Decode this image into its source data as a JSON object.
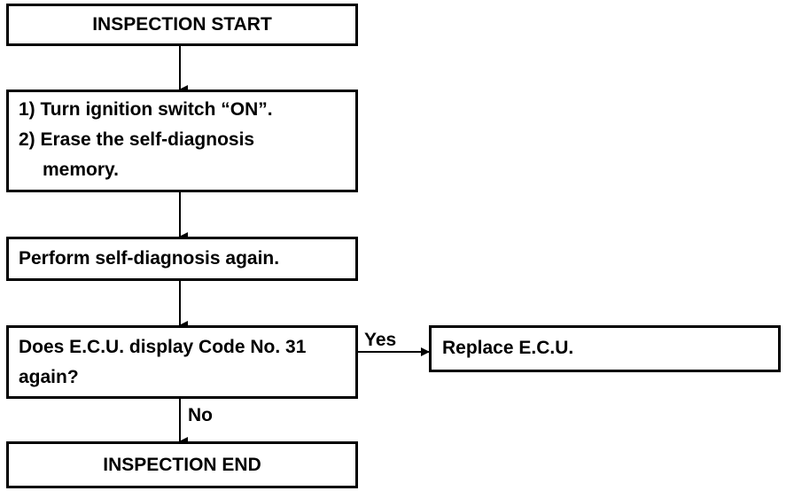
{
  "flowchart": {
    "start": {
      "text": "INSPECTION START"
    },
    "step1": {
      "line1": "1) Turn ignition switch “ON”.",
      "line2": "2) Erase the self-diagnosis",
      "line3": "memory."
    },
    "step2": {
      "text": "Perform self-diagnosis again."
    },
    "decision": {
      "line1": "Does E.C.U. display Code No. 31",
      "line2": "again?"
    },
    "yes_label": "Yes",
    "no_label": "No",
    "yes_action": {
      "text": "Replace E.C.U."
    },
    "end": {
      "text": "INSPECTION END"
    }
  }
}
